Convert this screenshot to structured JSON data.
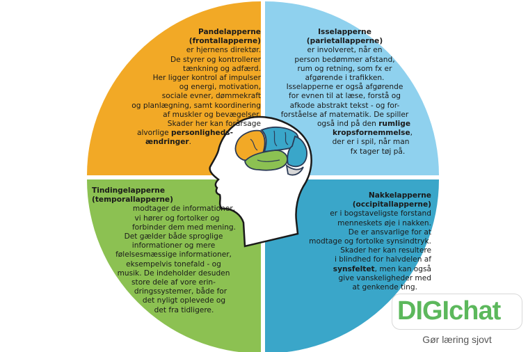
{
  "colors": {
    "frontal": "#f2a926",
    "parietal": "#8fd1ee",
    "temporal": "#8cc152",
    "occipital": "#3aa6c9",
    "brand_green": "#5cb85c"
  },
  "lobes": {
    "frontal": {
      "title": [
        "Pandelapperne",
        "(frontallapperne)"
      ],
      "lines": [
        "er hjernens direktør.",
        "De styrer og kontrollerer",
        "tænkning og adfærd.",
        "Her ligger kontrol af impulser",
        "og energi, motivation,",
        "sociale evner, dømmekraft",
        "og planlægning, samt koordinering",
        "af muskler og bevægelser.",
        "Skader her kan forårsage",
        "alvorlige"
      ],
      "bold_lines": [
        "personligheds-",
        "ændringer"
      ],
      "end": "."
    },
    "parietal": {
      "title": [
        "Isselapperne",
        "(parietallapperne)"
      ],
      "lines": [
        "er involveret, når en",
        "person bedømmer afstand,",
        "rum og retning, som fx er",
        "afgørende i trafikken.",
        "Isselapperne er også afgørende",
        "for evnen til at læse, forstå og",
        "afkode abstrakt tekst - og for-",
        "forståelse af matematik. De spiller",
        "også ind på den"
      ],
      "bold_1": "rumlige",
      "bold_2": "kropsfornemmelse",
      "after_bold": ",",
      "lines_end": [
        "der er i spil, når man",
        "fx tager tøj på."
      ]
    },
    "temporal": {
      "title": [
        "Tindingelapperne",
        "(temporallapperne)"
      ],
      "lines": [
        "modtager de informationer,",
        "vi hører og fortolker og",
        "forbinder dem med mening.",
        "Det gælder både sproglige",
        "informationer og mere",
        "følelsesmæssige informationer,",
        "eksempelvis tonefald - og",
        "musik. De indeholder desuden",
        "store dele af vore erin-",
        "dringssystemer, både for",
        "det nyligt oplevede og",
        "det fra tidligere."
      ]
    },
    "occipital": {
      "title": [
        "Nakkelapperne",
        "(occipitallapperne)"
      ],
      "lines": [
        "er i bogstaveligste forstand",
        "menneskets øje i nakken.",
        "De er ansvarlige for at",
        "modtage og fortolke synsindtryk.",
        "Skader her kan resultere",
        "i blindhed for halvdelen af"
      ],
      "bold": "synsfeltet",
      "after_bold": ", men kan også",
      "lines_end": [
        "give vanskeligheder med",
        "at genkende ting."
      ]
    }
  },
  "brand": {
    "name": "DIGIchat",
    "tagline": "Gør læring sjovt"
  }
}
